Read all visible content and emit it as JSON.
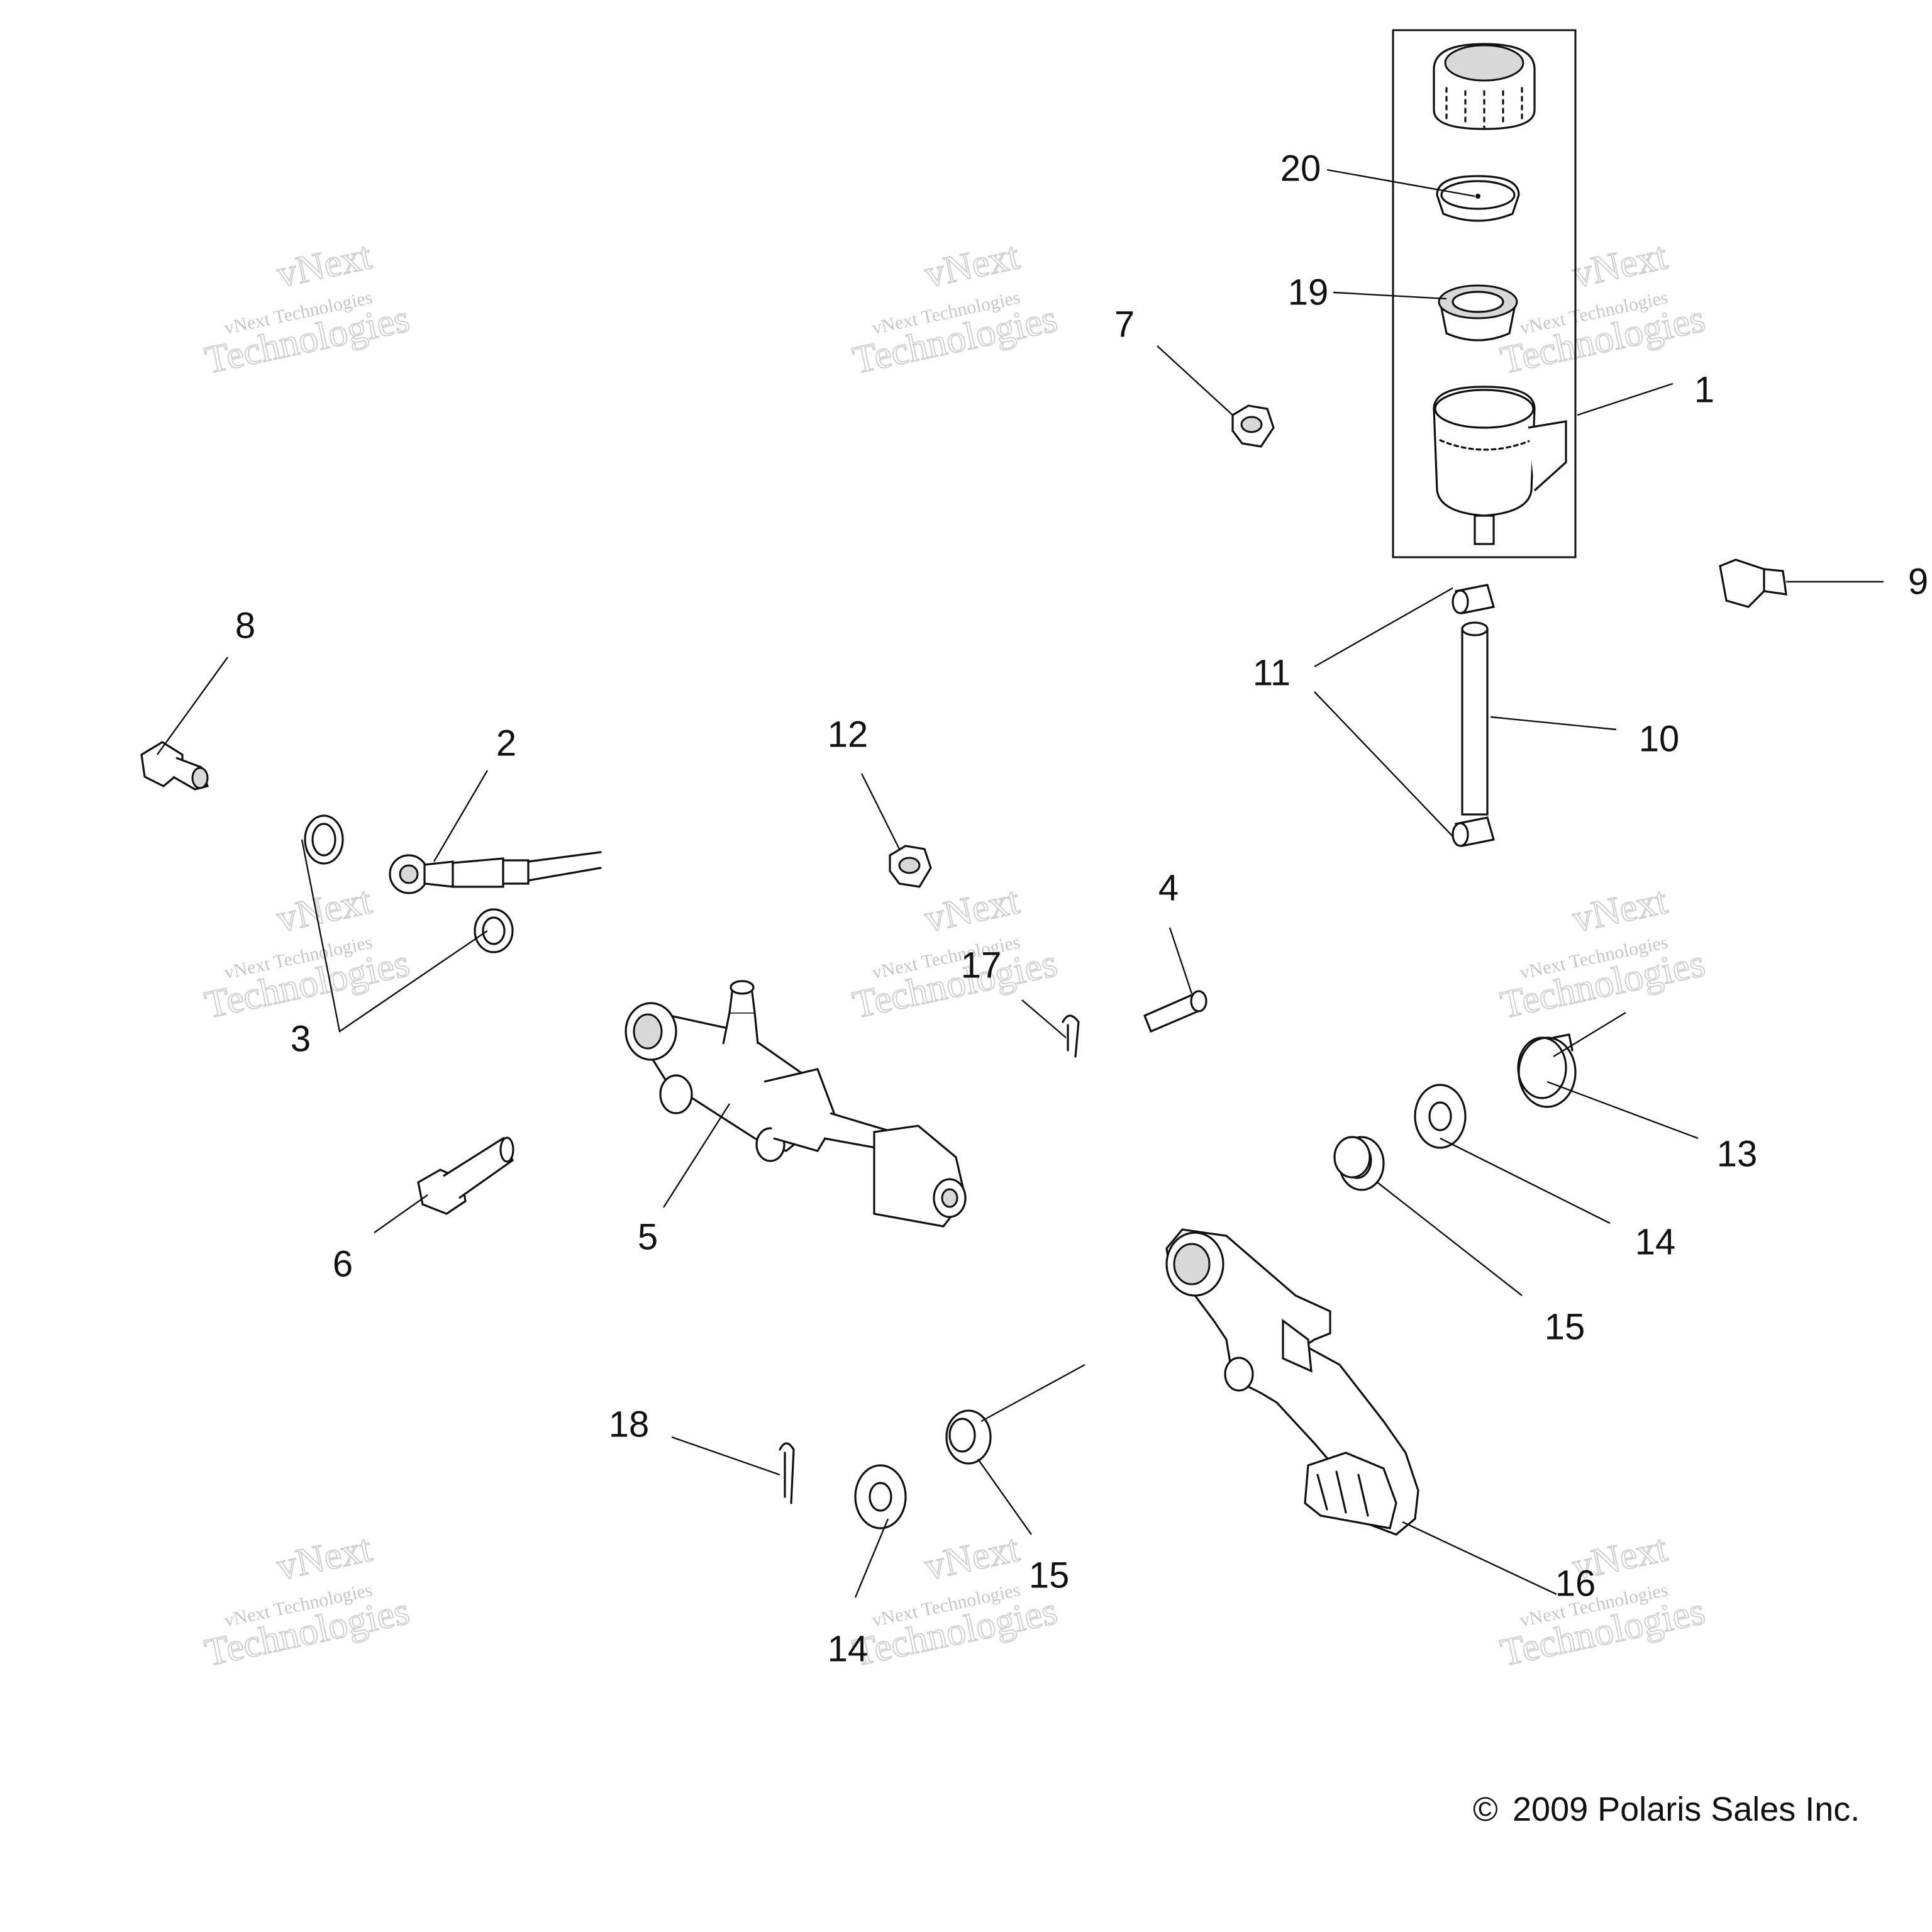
{
  "callouts": [
    "1",
    "2",
    "3",
    "4",
    "5",
    "6",
    "7",
    "8",
    "9",
    "10",
    "11",
    "12",
    "13",
    "14",
    "14",
    "15",
    "15",
    "16",
    "17",
    "18",
    "19",
    "20"
  ],
  "watermark": {
    "small": "vNext Technologies",
    "large_top": "vNext",
    "large_bottom": "Technologies"
  },
  "copyright": "2009 Polaris Sales Inc.",
  "copyright_symbol": "©"
}
